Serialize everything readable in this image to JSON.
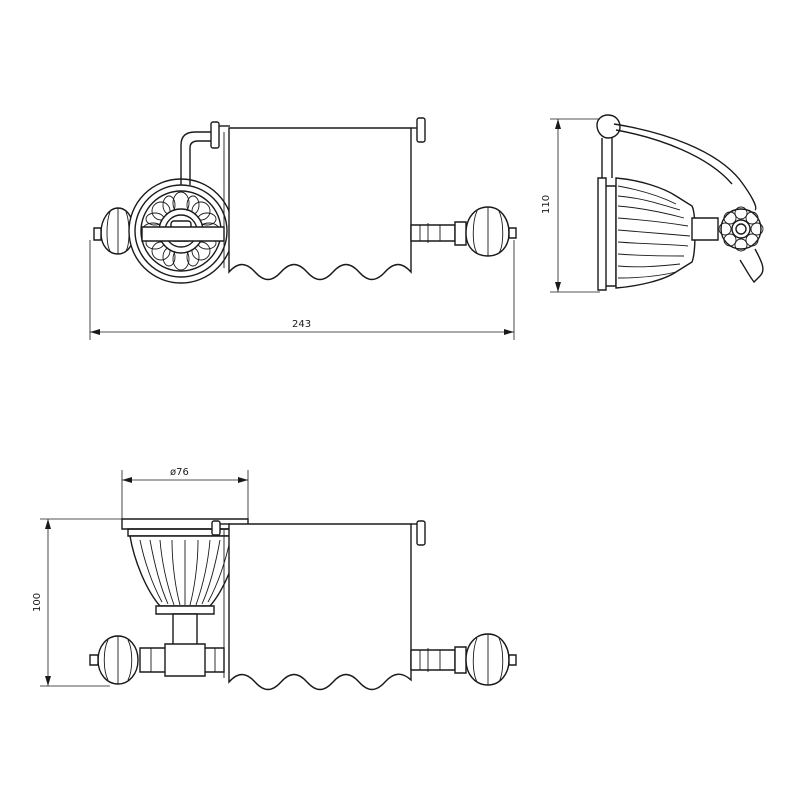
{
  "dimensions": {
    "width_front": "243",
    "height_side": "110",
    "diameter_base": "ø76",
    "height_top": "100"
  },
  "colors": {
    "line": "#1a1a1a",
    "background": "#ffffff"
  }
}
